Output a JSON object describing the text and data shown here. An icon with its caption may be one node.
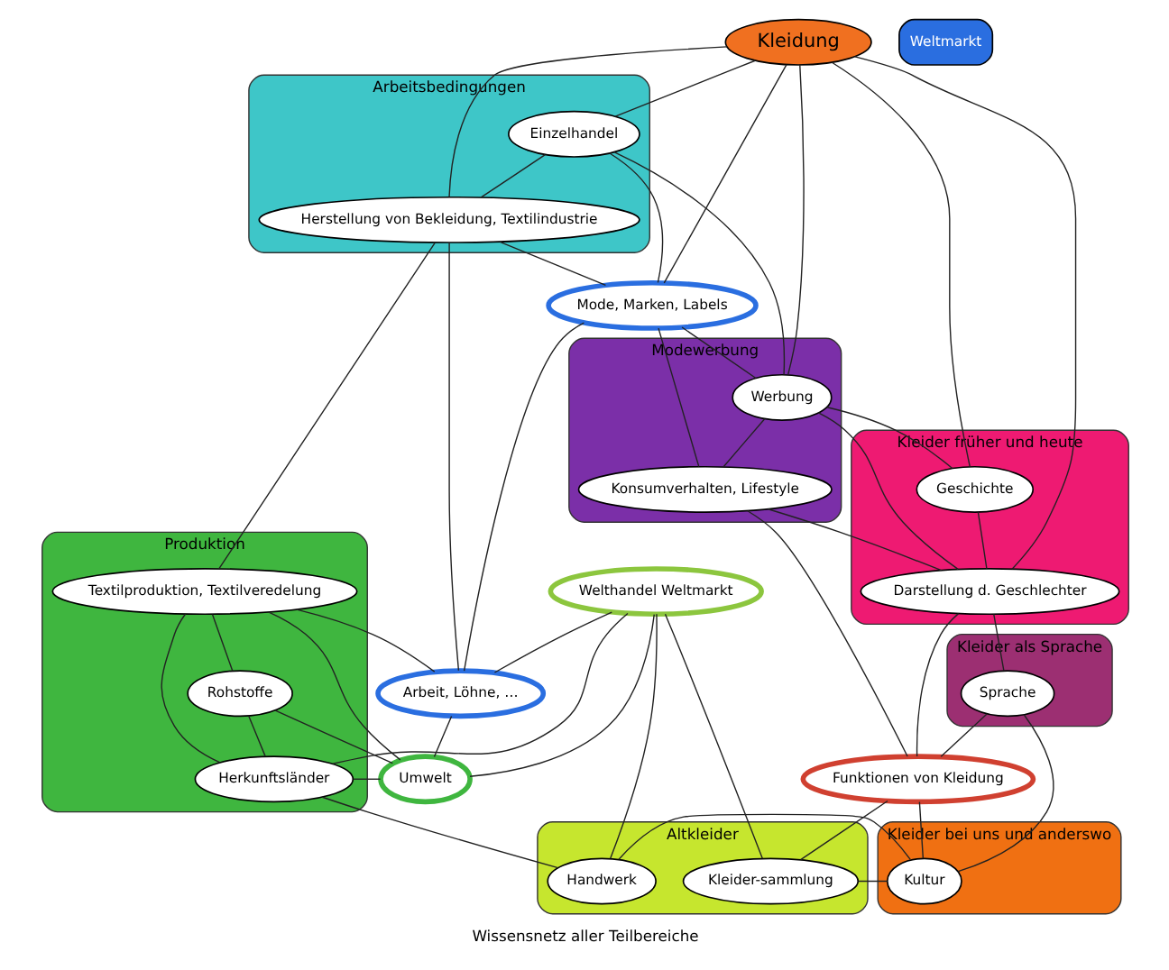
{
  "diagram": {
    "caption": "Wissensnetz aller Teilbereiche",
    "nodes": [
      {
        "text": [
          "Arbeitsbedingungen"
        ]
      },
      {
        "text": [
          "Einzelhandel"
        ],
        "in": 0
      },
      {
        "text": [
          "Herstellung von Bekleidung, Textilindustrie"
        ],
        "in": 0
      },
      {
        "text": [
          "Modewerbung"
        ]
      },
      {
        "text": [
          "Werbung"
        ],
        "in": 3
      },
      {
        "text": [
          "Konsumverhalten, Lifestyle"
        ],
        "in": 3
      },
      {
        "text": [
          "Kleider früher und heute"
        ]
      },
      {
        "text": [
          "Geschichte"
        ],
        "in": 6
      },
      {
        "text": [
          "Darstellung d. Geschlechter"
        ],
        "in": 6
      },
      {
        "text": [
          "Kleider als Sprache"
        ]
      },
      {
        "text": [
          "Sprache"
        ],
        "in": 9
      },
      {
        "text": [
          "Weltmarkt"
        ]
      },
      {
        "text": [
          "Produktion"
        ]
      },
      {
        "text": [
          "Textilproduktion, Textilveredelung"
        ],
        "in": 12
      },
      {
        "text": [
          "Rohstoffe"
        ],
        "in": 12
      },
      {
        "text": [
          "Herkunftsländer"
        ],
        "in": 12
      },
      {
        "text": [
          "Altkleider"
        ]
      },
      {
        "text": [
          "Kleider-sammlung"
        ],
        "in": 16
      },
      {
        "text": [
          "Handwerk"
        ],
        "in": 16
      },
      {
        "text": [
          "Kleider bei uns und anderswo"
        ]
      },
      {
        "text": [
          "Kultur"
        ],
        "in": 19
      },
      {
        "text": [
          "Kleidung"
        ]
      },
      {
        "text": [
          "Mode, Marken, Labels"
        ]
      },
      {
        "text": [
          "Arbeit, Löhne, …"
        ]
      },
      {
        "text": [
          "Umwelt"
        ]
      },
      {
        "text": [
          "Welthandel Weltmarkt"
        ]
      },
      {
        "text": [
          "Funktionen von Kleidung"
        ]
      }
    ],
    "edges": [
      {
        "from": 21,
        "to": 1,
        "arrow": "none"
      },
      {
        "from": 21,
        "to": 2,
        "arrow": "none"
      },
      {
        "from": 21,
        "to": 22,
        "arrow": "none"
      },
      {
        "from": 21,
        "to": 4,
        "arrow": "none"
      },
      {
        "from": 21,
        "to": 7,
        "arrow": "none"
      },
      {
        "from": 21,
        "to": 8,
        "arrow": "none"
      },
      {
        "from": 1,
        "to": 2,
        "arrow": "none"
      },
      {
        "from": 1,
        "to": 22,
        "arrow": "none"
      },
      {
        "from": 1,
        "to": 4,
        "arrow": "none"
      },
      {
        "from": 2,
        "to": 22,
        "arrow": "none"
      },
      {
        "from": 2,
        "to": 23,
        "arrow": "none"
      },
      {
        "from": 2,
        "to": 13,
        "arrow": "none"
      },
      {
        "from": 22,
        "to": 4,
        "arrow": "none"
      },
      {
        "from": 22,
        "to": 5,
        "arrow": "none"
      },
      {
        "from": 22,
        "to": 23,
        "arrow": "none"
      },
      {
        "from": 4,
        "to": 5,
        "arrow": "none"
      },
      {
        "from": 4,
        "to": 7,
        "arrow": "none"
      },
      {
        "from": 4,
        "to": 8,
        "arrow": "none"
      },
      {
        "from": 7,
        "to": 8,
        "arrow": "none"
      },
      {
        "from": 5,
        "to": 8,
        "arrow": "none"
      },
      {
        "from": 5,
        "to": 26,
        "arrow": "none"
      },
      {
        "from": 8,
        "to": 10,
        "arrow": "none"
      },
      {
        "from": 8,
        "to": 26,
        "arrow": "none"
      },
      {
        "from": 10,
        "to": 26,
        "arrow": "none"
      },
      {
        "from": 10,
        "to": 20,
        "arrow": "none"
      },
      {
        "from": 26,
        "to": 20,
        "arrow": "none"
      },
      {
        "from": 26,
        "to": 17,
        "arrow": "none"
      },
      {
        "from": 17,
        "to": 20,
        "arrow": "none"
      },
      {
        "from": 17,
        "to": 25,
        "arrow": "none"
      },
      {
        "from": 20,
        "to": 18,
        "arrow": "none"
      },
      {
        "from": 25,
        "to": 18,
        "arrow": "none"
      },
      {
        "from": 25,
        "to": 24,
        "arrow": "none"
      },
      {
        "from": 25,
        "to": 23,
        "arrow": "none"
      },
      {
        "from": 23,
        "to": 13,
        "arrow": "none"
      },
      {
        "from": 23,
        "to": 24,
        "arrow": "none"
      },
      {
        "from": 13,
        "to": 24,
        "arrow": "none"
      },
      {
        "from": 13,
        "to": 14,
        "arrow": "none"
      },
      {
        "from": 13,
        "to": 15,
        "arrow": "none"
      },
      {
        "from": 14,
        "to": 24,
        "arrow": "none"
      },
      {
        "from": 14,
        "to": 15,
        "arrow": "none"
      },
      {
        "from": 24,
        "to": 15,
        "arrow": "none"
      },
      {
        "from": 15,
        "to": 18,
        "arrow": "none"
      },
      {
        "from": 15,
        "to": 25,
        "arrow": "none"
      }
    ]
  }
}
